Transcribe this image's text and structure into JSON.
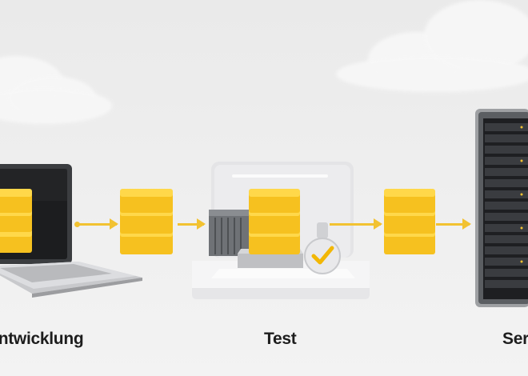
{
  "stages": [
    {
      "label": "Entwicklung"
    },
    {
      "label": "Test"
    },
    {
      "label": "Server"
    }
  ],
  "colors": {
    "block_top": "#ffd84a",
    "block_front": "#f6c11f",
    "block_side": "#d9a40f",
    "arrow": "#f2c231",
    "check": "#f2b705"
  },
  "icons": [
    "laptop-icon",
    "container-icon",
    "checkmark-icon",
    "server-rack-icon",
    "cloud-icon"
  ]
}
